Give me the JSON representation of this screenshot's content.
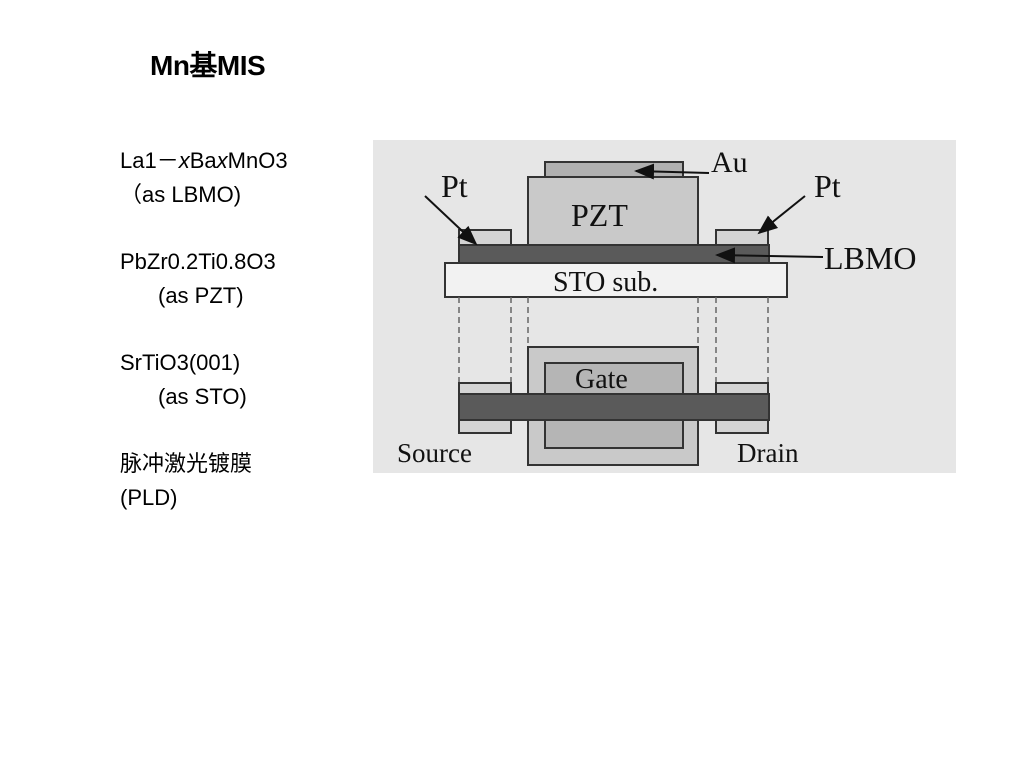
{
  "slide": {
    "title": "Mn基MIS"
  },
  "notes": {
    "lbmo_formula": {
      "prefix": "La1－",
      "x1": "x",
      "mid": "Ba",
      "x2": "x",
      "suffix": "MnO3"
    },
    "lbmo_alias": "（as LBMO)",
    "pzt_formula": "PbZr0.2Ti0.8O3",
    "pzt_alias": "(as PZT)",
    "sto_formula": "SrTiO3(001)",
    "sto_alias": "(as STO)",
    "method_cn": "脉冲激光镀膜",
    "method_abbr": "(PLD)"
  },
  "diagram": {
    "labels": {
      "au": "Au",
      "pzt": "PZT",
      "pt_left": "Pt",
      "pt_right": "Pt",
      "lbmo": "LBMO",
      "sto": "STO sub.",
      "gate": "Gate",
      "source": "Source",
      "drain": "Drain"
    },
    "colors": {
      "panel": "#e6e6e6",
      "pzt_fill": "#c9c9c9",
      "lbmo_fill": "#5a5a5a",
      "au_fill": "#b0b0b0",
      "sto_fill": "#f2f2f2",
      "gate_fill": "#b5b5b5",
      "outline": "#333333"
    }
  }
}
